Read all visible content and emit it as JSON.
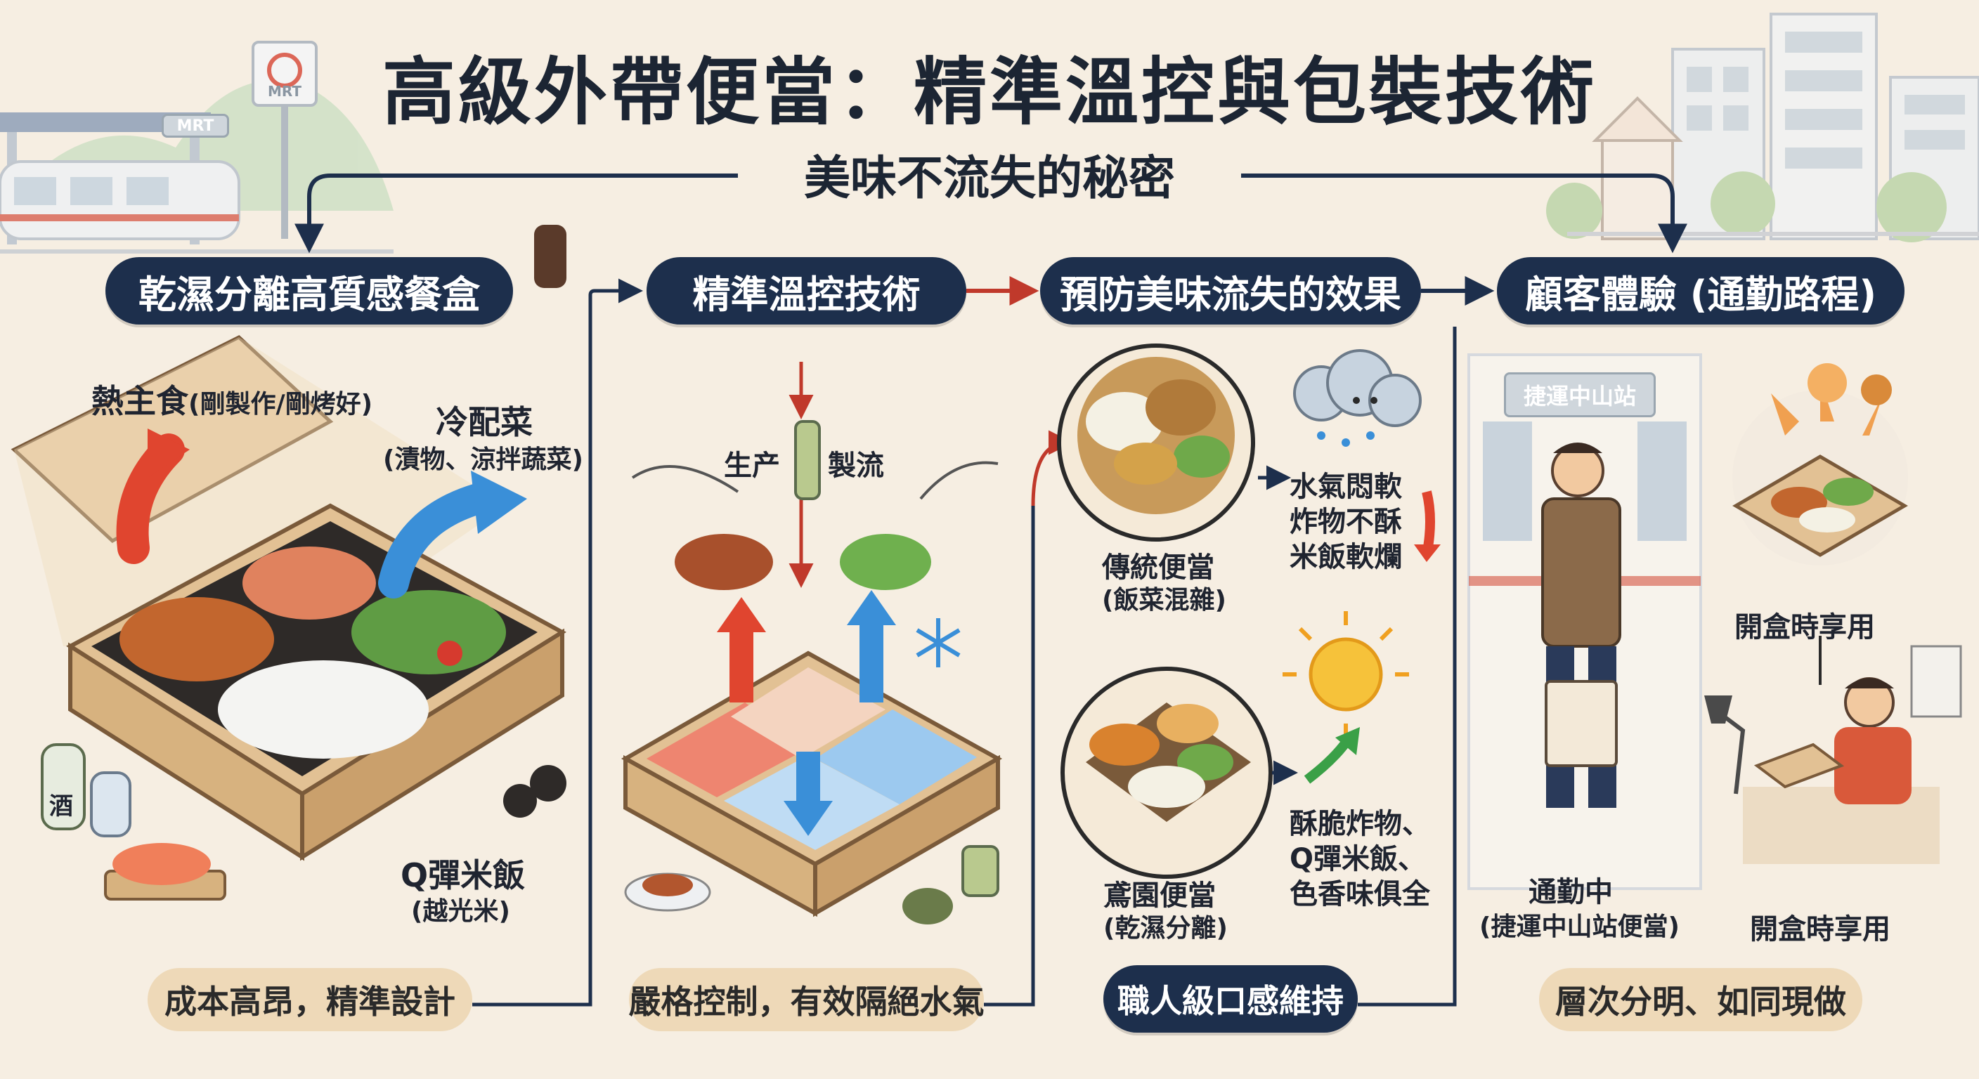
{
  "title": "高級外帶便當：精準溫控與包裝技術",
  "subtitle": "美味不流失的秘密",
  "columns": [
    {
      "header": "乾濕分離高質感餐盒",
      "footer": "成本高昂，精準設計"
    },
    {
      "header": "精準溫控技術",
      "footer": "嚴格控制，有效隔絕水氣"
    },
    {
      "header": "預防美味流失的效果",
      "footer": "職人級口感維持"
    },
    {
      "header": "顧客體驗 (通勤路程)",
      "footer": "層次分明、如同現做"
    }
  ],
  "col1": {
    "hot_label": "熱主食",
    "hot_note": "(剛製作/剛烤好)",
    "cold_label": "冷配菜",
    "cold_note": "(漬物、涼拌蔬菜)",
    "rice_label": "Q彈米飯",
    "rice_note": "(越光米)",
    "sake_label": "酒"
  },
  "col2": {
    "flow_left": "生产",
    "flow_right": "製流"
  },
  "col3": {
    "traditional_label": "傳統便當",
    "traditional_note": "(飯菜混雜)",
    "traditional_effect": [
      "水氣悶軟",
      "炸物不酥",
      "米飯軟爛"
    ],
    "premium_label": "鳶園便當",
    "premium_note": "(乾濕分離)",
    "premium_effect": [
      "酥脆炸物、",
      "Q彈米飯、",
      "色香味俱全"
    ]
  },
  "col4": {
    "station_sign": "捷運中山站",
    "commute_label": "通勤中",
    "commute_note": "(捷運中山站便當)",
    "open_label_top": "開盒時享用",
    "open_label_bottom": "開盒時享用"
  },
  "scene": {
    "mrt_label": "MRT",
    "mrt_sign": "MRT"
  },
  "colors": {
    "navy": "#1d2f4c",
    "tan": "#eed9b8",
    "background": "#f6eee2",
    "hot_arrow": "#e0452f",
    "cold_arrow": "#3a8fd8",
    "good_arrow": "#3aa047"
  }
}
